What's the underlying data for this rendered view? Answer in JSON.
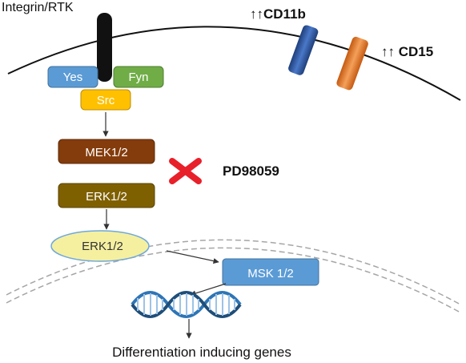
{
  "receptor_label": "Integrin/RTK",
  "kinases": {
    "yes": "Yes",
    "fyn": "Fyn",
    "src": "Src",
    "mek": "MEK1/2",
    "erk_cytoplasm": "ERK1/2",
    "erk_nuclear": "ERK1/2",
    "msk": "MSK 1/2"
  },
  "markers": {
    "cd11b": "↑↑CD11b",
    "cd15": "↑↑ CD15"
  },
  "inhibitor": {
    "label": "PD98059",
    "symbol": "cross-mark-icon"
  },
  "output_label": "Differentiation inducing genes",
  "colors": {
    "yes_box": "#5b9bd5",
    "fyn_box": "#70ad47",
    "src_box": "#ffc000",
    "mek_box": "#843c0c",
    "erk_box": "#7f6000",
    "erk_nuclear": "#f5f0a0",
    "msk_box": "#5b9bd5",
    "cd11b_bar": "#2f5597",
    "cd15_bar": "#ed7d31",
    "inhibitor_cross": "#e8202a",
    "dna": "#2e75b6"
  }
}
